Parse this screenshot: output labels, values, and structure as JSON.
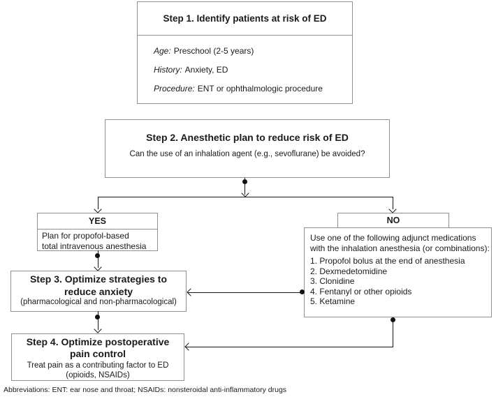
{
  "flowchart": {
    "step1": {
      "title": "Step 1. Identify patients at risk of ED",
      "items": [
        {
          "label": "Age:",
          "text": "Preschool (2-5 years)"
        },
        {
          "label": "History:",
          "text": "Anxiety, ED"
        },
        {
          "label": "Procedure:",
          "text": "ENT or ophthalmologic procedure"
        }
      ]
    },
    "step2": {
      "title": "Step 2. Anesthetic plan to reduce risk of ED",
      "question": "Can the use of an inhalation agent (e.g., sevoflurane) be avoided?"
    },
    "yes_branch": {
      "label": "YES",
      "line1": "Plan for propofol-based",
      "line2": "total intravenous anesthesia"
    },
    "no_branch": {
      "label": "NO",
      "intro_line1": "Use one of the following adjunct medications",
      "intro_line2": "with the inhalation anesthesia (or combinations):",
      "list": [
        "1. Propofol bolus at the end of anesthesia",
        "2. Dexmedetomidine",
        "3. Clonidine",
        "4. Fentanyl or other opioids",
        "5. Ketamine"
      ]
    },
    "step3": {
      "title_line1": "Step 3. Optimize strategies to",
      "title_line2": "reduce anxiety",
      "subtitle": "(pharmacological and non-pharmacological)"
    },
    "step4": {
      "title_line1": "Step 4. Optimize postoperative",
      "title_line2": "pain control",
      "subtitle_line1": "Treat pain as a contributing factor to ED",
      "subtitle_line2": "(opioids, NSAIDs)"
    },
    "footnote": "Abbreviations: ENT: ear nose and throat; NSAIDs: nonsteroidal anti-inflammatory drugs"
  },
  "colors": {
    "background": "#ffffff",
    "box_border": "#8f8f8f",
    "connector": "#151515",
    "text": "#1a1a1a"
  }
}
